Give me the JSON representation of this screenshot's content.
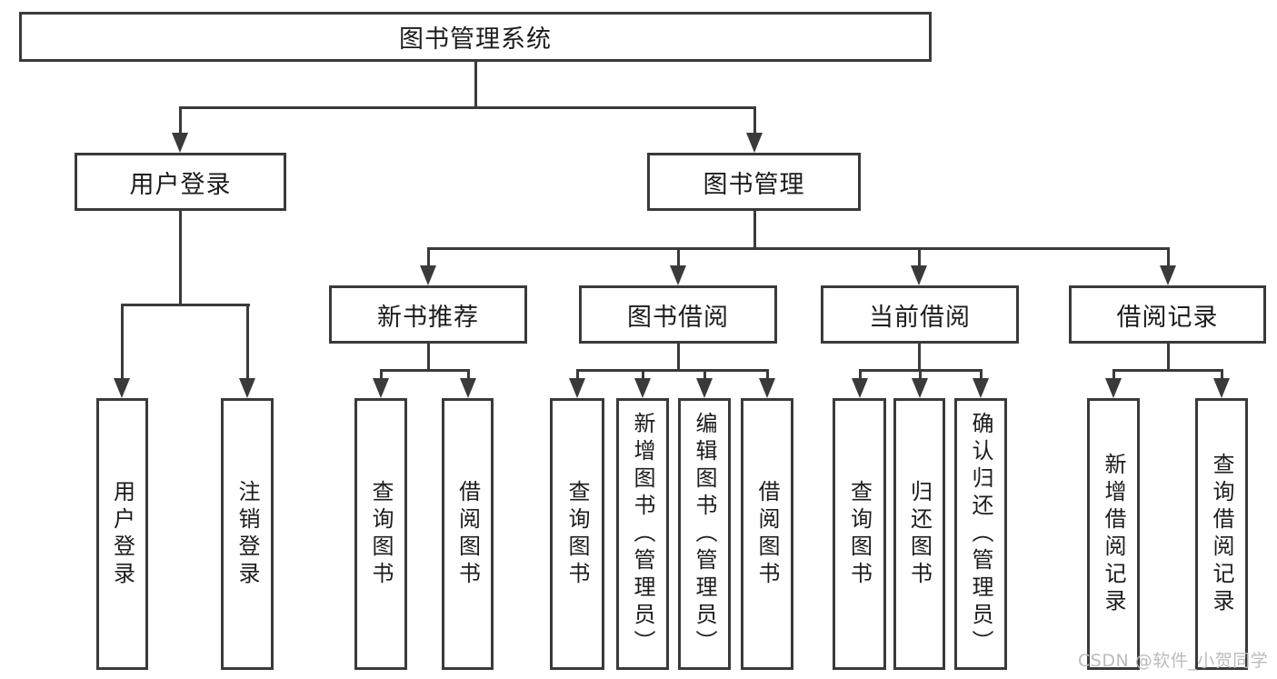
{
  "diagram": {
    "type": "tree",
    "title": "图书管理系统",
    "watermark": "CSDN @软件_小贺同学",
    "colors": {
      "line": "#3a3a3a",
      "box_border": "#3a3a3a",
      "text": "#1c1c1c",
      "watermark": "#bcbcbc",
      "background": "#ffffff"
    },
    "nodes": {
      "root": {
        "label": "图书管理系统",
        "children": [
          "user_login",
          "book_mgmt"
        ]
      },
      "user_login": {
        "label": "用户登录",
        "children": [
          "login",
          "logout"
        ]
      },
      "book_mgmt": {
        "label": "图书管理",
        "children": [
          "new_book_rec",
          "book_borrow",
          "current_borrow",
          "borrow_record"
        ]
      },
      "new_book_rec": {
        "label": "新书推荐",
        "children": [
          "nsr_query",
          "nsr_borrow"
        ]
      },
      "book_borrow": {
        "label": "图书借阅",
        "children": [
          "bb_query",
          "bb_add",
          "bb_edit",
          "bb_borrow"
        ]
      },
      "current_borrow": {
        "label": "当前借阅",
        "children": [
          "cb_query",
          "cb_return",
          "cb_confirm"
        ]
      },
      "borrow_record": {
        "label": "借阅记录",
        "children": [
          "br_add",
          "br_query"
        ]
      },
      "login": {
        "label": "用户登录"
      },
      "logout": {
        "label": "注销登录"
      },
      "nsr_query": {
        "label": "查询图书"
      },
      "nsr_borrow": {
        "label": "借阅图书"
      },
      "bb_query": {
        "label": "查询图书"
      },
      "bb_add": {
        "label": "新增图书（管理员）"
      },
      "bb_edit": {
        "label": "编辑图书（管理员）"
      },
      "bb_borrow": {
        "label": "借阅图书"
      },
      "cb_query": {
        "label": "查询图书"
      },
      "cb_return": {
        "label": "归还图书"
      },
      "cb_confirm": {
        "label": "确认归还（管理员）"
      },
      "br_add": {
        "label": "新增借阅记录"
      },
      "br_query": {
        "label": "查询借阅记录"
      }
    }
  }
}
